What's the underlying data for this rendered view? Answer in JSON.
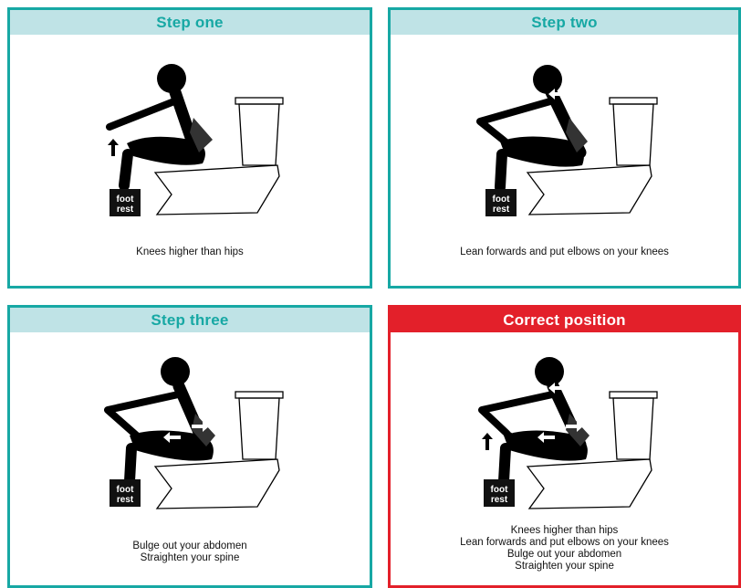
{
  "colors": {
    "teal_border": "#17a8a4",
    "teal_header_bg": "#bfe3e6",
    "red": "#e3202a",
    "figure": "#000000"
  },
  "footrest_label": [
    "foot",
    "rest"
  ],
  "panels": [
    {
      "title": "Step one",
      "caption_lines": [
        "Knees higher than hips"
      ]
    },
    {
      "title": "Step two",
      "caption_lines": [
        "Lean forwards and put elbows on your knees"
      ]
    },
    {
      "title": "Step three",
      "caption_lines": [
        "Bulge out your abdomen",
        "Straighten your spine"
      ]
    },
    {
      "title": "Correct position",
      "caption_lines": [
        "Knees higher than hips",
        "Lean forwards and put elbows on your knees",
        "Bulge out your abdomen",
        "Straighten your spine"
      ]
    }
  ]
}
